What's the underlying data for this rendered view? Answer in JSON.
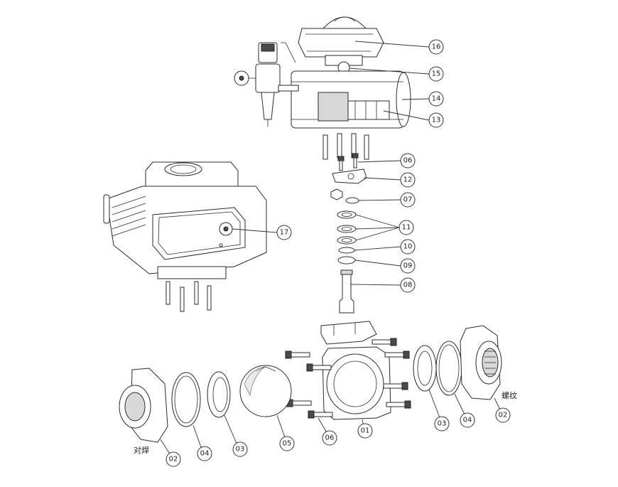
{
  "callouts": {
    "c16": "16",
    "c15": "15",
    "c14": "14",
    "c13": "13",
    "c06a": "06",
    "c12": "12",
    "c07": "07",
    "c11": "11",
    "c10": "10",
    "c09": "09",
    "c08": "08",
    "c17": "17",
    "c02_left": "02",
    "c04_left": "04",
    "c03_left": "03",
    "c05": "05",
    "c06b": "06",
    "c01": "01",
    "c03_right": "03",
    "c04_right": "04",
    "c02_right": "02"
  },
  "notes": {
    "weld_end": "对焊",
    "thread_end": "螺纹"
  },
  "colors": {
    "line": "#2a2a2a",
    "shade": "#d8d8d8",
    "background": "#ffffff"
  }
}
